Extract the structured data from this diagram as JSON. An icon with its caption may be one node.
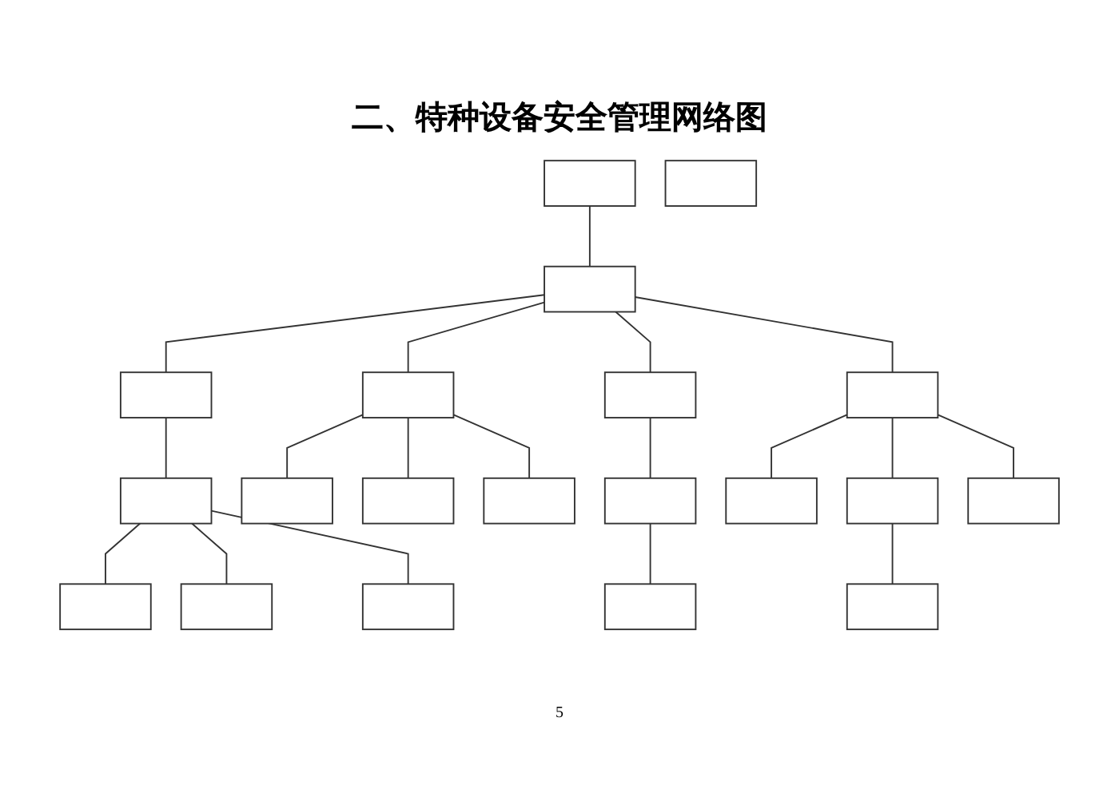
{
  "diagram": {
    "title": "二、特种设备安全管理网络图",
    "nodes": [
      {
        "text": [],
        "shape": "box"
      },
      {
        "text": [],
        "shape": "box"
      },
      {
        "text": [],
        "shape": "box"
      },
      {
        "text": [],
        "shape": "box"
      },
      {
        "text": [],
        "shape": "box"
      },
      {
        "text": [],
        "shape": "box"
      },
      {
        "text": [],
        "shape": "box"
      },
      {
        "text": [],
        "shape": "box"
      },
      {
        "text": [],
        "shape": "box"
      },
      {
        "text": [],
        "shape": "box"
      },
      {
        "text": [],
        "shape": "box"
      },
      {
        "text": [],
        "shape": "box"
      },
      {
        "text": [],
        "shape": "box"
      },
      {
        "text": [],
        "shape": "box"
      },
      {
        "text": [],
        "shape": "box"
      },
      {
        "text": [],
        "shape": "box"
      },
      {
        "text": [],
        "shape": "box"
      },
      {
        "text": [],
        "shape": "box"
      },
      {
        "text": [],
        "shape": "box"
      },
      {
        "text": [],
        "shape": "box"
      }
    ],
    "edges": [
      {
        "from": 0,
        "to": 1,
        "arrow": "none"
      },
      {
        "from": 1,
        "to": 2,
        "arrow": "none"
      },
      {
        "from": 1,
        "to": 3,
        "arrow": "none"
      },
      {
        "from": 1,
        "to": 4,
        "arrow": "none"
      },
      {
        "from": 1,
        "to": 5,
        "arrow": "none"
      },
      {
        "from": 2,
        "to": 6,
        "arrow": "none"
      },
      {
        "from": 6,
        "to": 7,
        "arrow": "none"
      },
      {
        "from": 6,
        "to": 8,
        "arrow": "none"
      },
      {
        "from": 6,
        "to": 9,
        "arrow": "none"
      },
      {
        "from": 3,
        "to": 10,
        "arrow": "none"
      },
      {
        "from": 3,
        "to": 11,
        "arrow": "none"
      },
      {
        "from": 3,
        "to": 12,
        "arrow": "none"
      },
      {
        "from": 4,
        "to": 13,
        "arrow": "none"
      },
      {
        "from": 13,
        "to": 14,
        "arrow": "none"
      },
      {
        "from": 5,
        "to": 15,
        "arrow": "none"
      },
      {
        "from": 5,
        "to": 16,
        "arrow": "none"
      },
      {
        "from": 5,
        "to": 17,
        "arrow": "none"
      },
      {
        "from": 16,
        "to": 18,
        "arrow": "none"
      }
    ],
    "labels": [
      "5"
    ]
  }
}
